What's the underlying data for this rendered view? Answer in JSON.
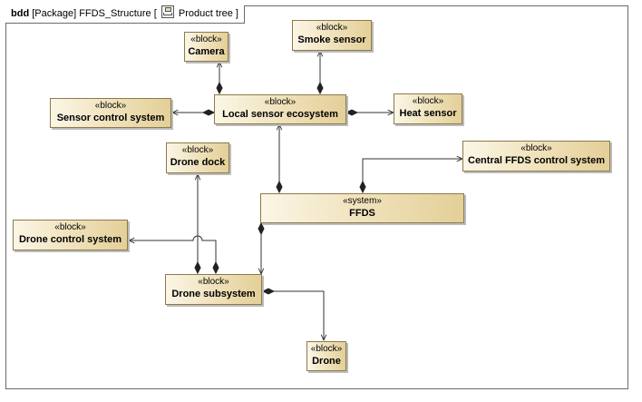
{
  "frame": {
    "kind": "bdd",
    "package_text": "[Package] FFDS_Structure [",
    "diagram_name": "Product tree",
    "close_bracket": "]"
  },
  "nodes": {
    "camera": {
      "stereotype": "«block»",
      "name": "Camera"
    },
    "smoke_sensor": {
      "stereotype": "«block»",
      "name": "Smoke sensor"
    },
    "sensor_control_system": {
      "stereotype": "«block»",
      "name": "Sensor control system"
    },
    "local_sensor_ecosystem": {
      "stereotype": "«block»",
      "name": "Local sensor ecosystem"
    },
    "heat_sensor": {
      "stereotype": "«block»",
      "name": "Heat sensor"
    },
    "drone_dock": {
      "stereotype": "«block»",
      "name": "Drone dock"
    },
    "central_ffds_control_system": {
      "stereotype": "«block»",
      "name": "Central FFDS control system"
    },
    "ffds": {
      "stereotype": "«system»",
      "name": "FFDS"
    },
    "drone_control_system": {
      "stereotype": "«block»",
      "name": "Drone control system"
    },
    "drone_subsystem": {
      "stereotype": "«block»",
      "name": "Drone subsystem"
    },
    "drone": {
      "stereotype": "«block»",
      "name": "Drone"
    }
  },
  "relations": [
    {
      "from": "local_sensor_ecosystem",
      "to": "camera",
      "type": "composition"
    },
    {
      "from": "local_sensor_ecosystem",
      "to": "smoke_sensor",
      "type": "composition"
    },
    {
      "from": "local_sensor_ecosystem",
      "to": "sensor_control_system",
      "type": "composition"
    },
    {
      "from": "local_sensor_ecosystem",
      "to": "heat_sensor",
      "type": "composition"
    },
    {
      "from": "ffds",
      "to": "local_sensor_ecosystem",
      "type": "composition"
    },
    {
      "from": "ffds",
      "to": "central_ffds_control_system",
      "type": "composition"
    },
    {
      "from": "ffds",
      "to": "drone_subsystem",
      "type": "composition"
    },
    {
      "from": "drone_subsystem",
      "to": "drone_dock",
      "type": "composition"
    },
    {
      "from": "drone_subsystem",
      "to": "drone_control_system",
      "type": "composition"
    },
    {
      "from": "drone_subsystem",
      "to": "drone",
      "type": "composition"
    }
  ],
  "colors": {
    "block_fill_light": "#fbf6e6",
    "block_fill_dark": "#e3cf98",
    "block_border": "#8c7a4a",
    "line": "#333333"
  }
}
